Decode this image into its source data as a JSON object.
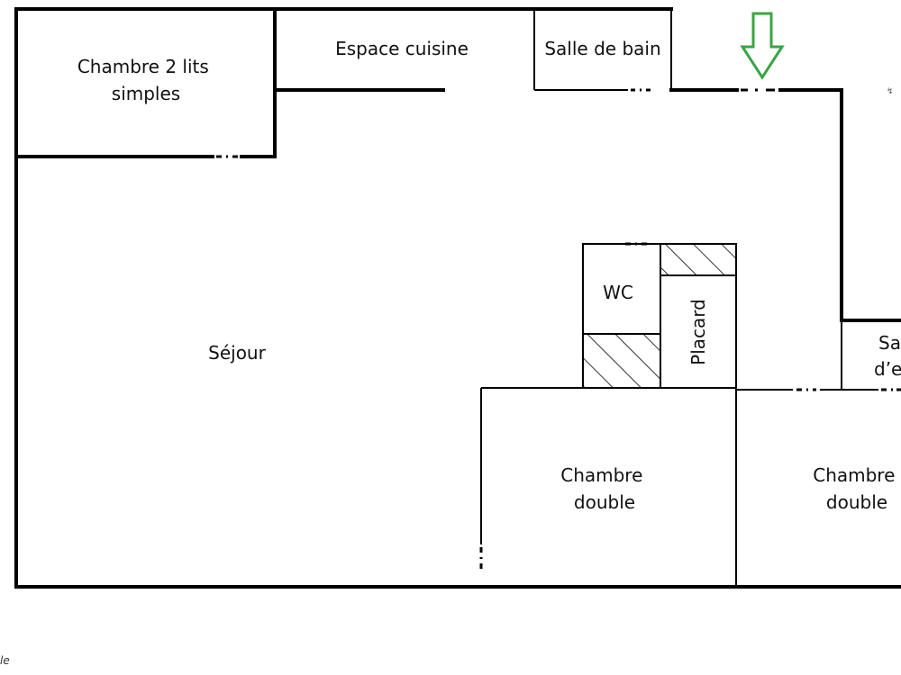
{
  "rooms": {
    "chambre_2_lits": [
      "Chambre 2 lits",
      "simples"
    ],
    "espace_cuisine": "Espace cuisine",
    "salle_de_bain": "Salle de bain",
    "sejour": "Séjour",
    "wc": "WC",
    "placard": "Placard",
    "chambre_double_1": [
      "Chambre",
      "double"
    ],
    "chambre_double_2": [
      "Chambre",
      "double"
    ],
    "salle_eau_partial": [
      "Sa",
      "d’e"
    ]
  },
  "small_marks": {
    "top_right": "↯",
    "bottom_left": "le"
  },
  "colors": {
    "wall": "#000000",
    "entrance_arrow": "#3aa542",
    "background": "#ffffff"
  },
  "icons": {
    "entrance": "arrow-down-icon"
  }
}
